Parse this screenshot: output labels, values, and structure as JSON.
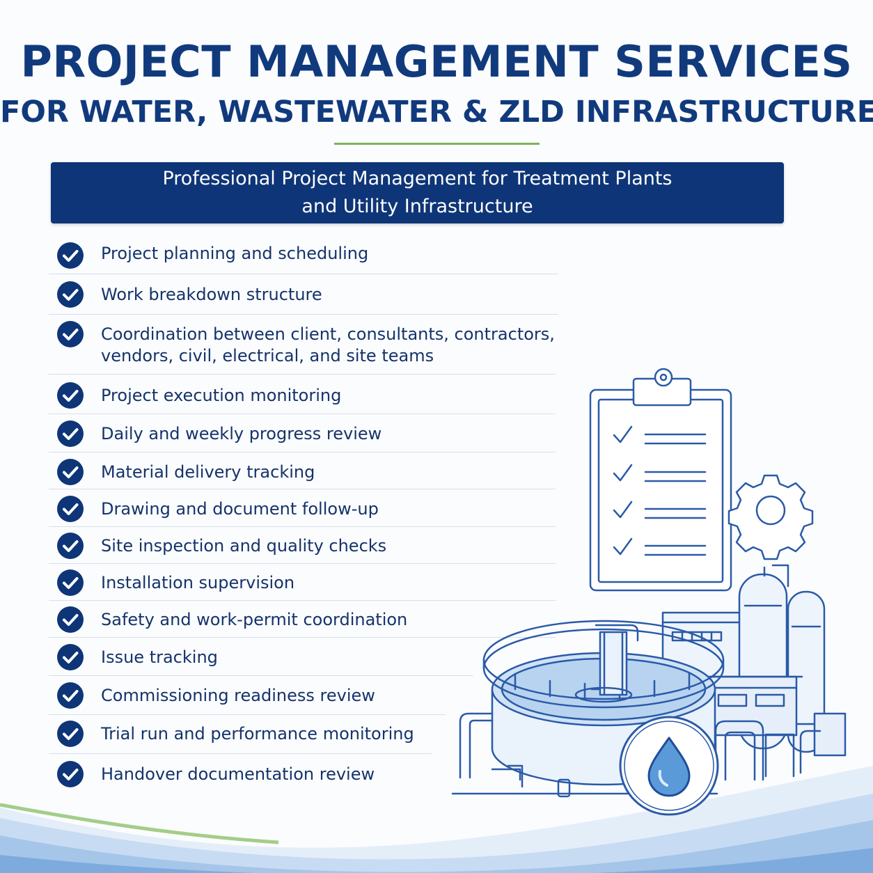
{
  "header": {
    "title": "PROJECT MANAGEMENT SERVICES",
    "subtitle": "FOR WATER, WASTEWATER & ZLD INFRASTRUCTURE"
  },
  "banner": {
    "line1": "Professional Project Management for Treatment Plants",
    "line2": "and Utility Infrastructure"
  },
  "services": [
    {
      "line1": "Project planning and scheduling"
    },
    {
      "line1": "Work breakdown structure"
    },
    {
      "line1": "Coordination between client, consultants, contractors,",
      "line2": "vendors, civil, electrical, and site teams"
    },
    {
      "line1": "Project execution monitoring"
    },
    {
      "line1": "Daily and weekly progress review"
    },
    {
      "line1": "Material delivery tracking"
    },
    {
      "line1": "Drawing and document follow-up"
    },
    {
      "line1": "Site inspection and quality checks"
    },
    {
      "line1": "Installation supervision"
    },
    {
      "line1": "Safety and work-permit coordination"
    },
    {
      "line1": "Issue tracking"
    },
    {
      "line1": "Commissioning readiness review"
    },
    {
      "line1": "Trial run and performance monitoring"
    },
    {
      "line1": "Handover documentation review"
    }
  ],
  "icons": {
    "check": "check-circle-icon",
    "clipboard": "clipboard-checklist-icon",
    "gear": "gear-icon",
    "water_drop": "water-drop-icon",
    "tank": "treatment-tank-illustration",
    "plant": "industrial-plant-illustration"
  },
  "colors": {
    "primary_navy": "#0e3577",
    "title_blue": "#113a7d",
    "accent_green": "#7db356",
    "illustration_blue": "#2a5aa8",
    "water_light": "#d4e6f7"
  }
}
